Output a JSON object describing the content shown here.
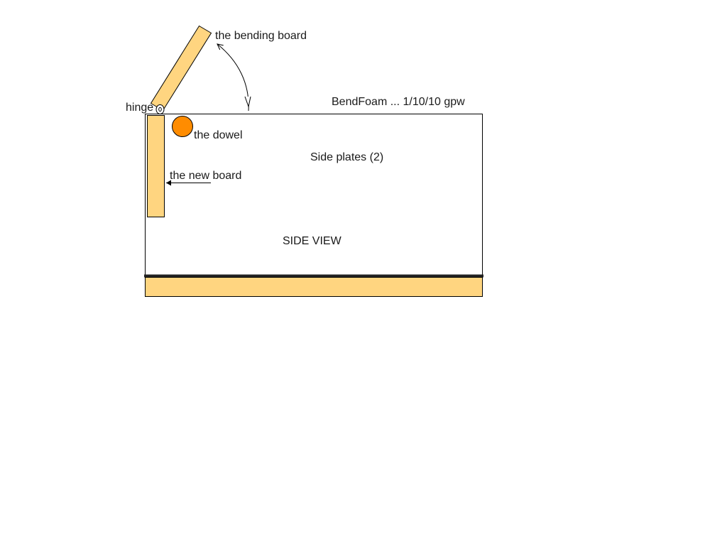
{
  "title": "BendFoam ... 1/10/10 gpw",
  "labels": {
    "bending_board": "the bending board",
    "hinge": "hinge",
    "dowel": "the dowel",
    "new_board": "the new board",
    "side_plates": "Side plates (2)",
    "side_view": "SIDE VIEW"
  },
  "colors": {
    "board_fill": "#ffd580",
    "dowel_fill": "#ff8c00",
    "outline": "#000000",
    "base_line": "#222222",
    "background": "#ffffff"
  }
}
